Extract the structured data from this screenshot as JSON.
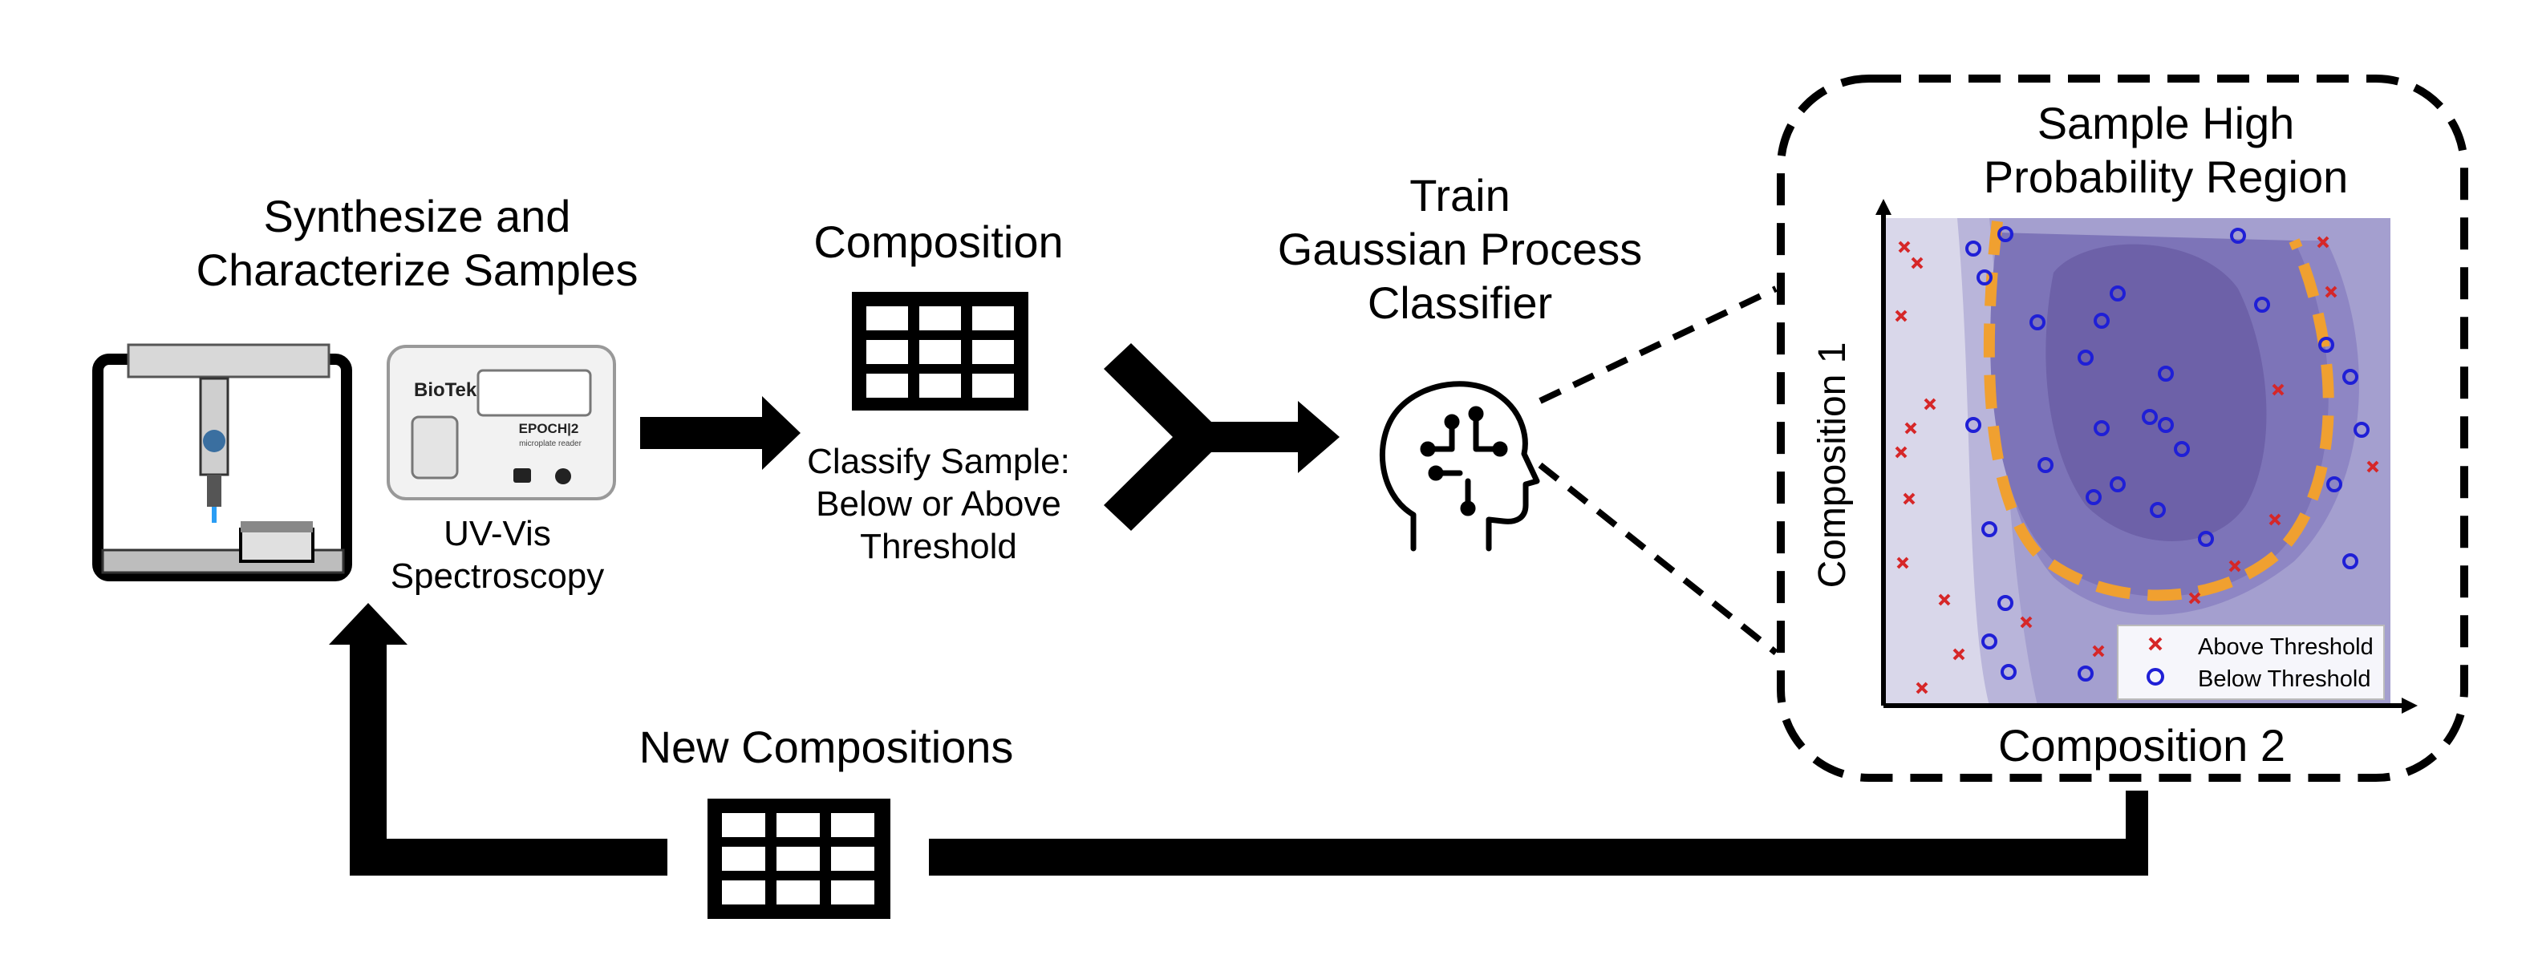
{
  "steps": {
    "synthesize": {
      "title_line1": "Synthesize and",
      "title_line2": "Characterize Samples"
    },
    "uvvis": {
      "line1": "UV-Vis",
      "line2": "Spectroscopy"
    },
    "instrument": {
      "brand": "BioTek",
      "model": "EPOCH|2",
      "sub": "microplate reader"
    },
    "composition": {
      "title": "Composition",
      "sub_line1": "Classify Sample:",
      "sub_line2": "Below or Above",
      "sub_line3": "Threshold"
    },
    "train": {
      "line1": "Train",
      "line2": "Gaussian Process",
      "line3": "Classifier"
    },
    "sample": {
      "line1": "Sample High",
      "line2": "Probability Region"
    },
    "new": {
      "title": "New Compositions"
    }
  },
  "plot": {
    "xlabel": "Composition 2",
    "ylabel": "Composition 1",
    "legend": [
      {
        "label": "Above Threshold",
        "marker": "x",
        "color": "#d62728"
      },
      {
        "label": "Below Threshold",
        "marker": "o",
        "color": "#1f1fd6"
      }
    ],
    "boundary_color": "#f0a030"
  },
  "colors": {
    "arrow": "#000000",
    "contour_base": "#5b4aa0"
  }
}
